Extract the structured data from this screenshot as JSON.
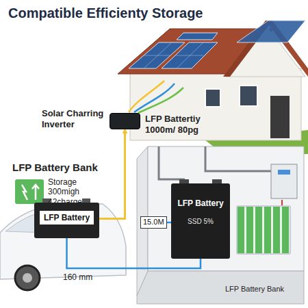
{
  "diagram": {
    "title": "Compatible Efficienty Storage",
    "nodes": [
      {
        "text": [
          "Solar Charring Inverter"
        ]
      },
      {
        "text": [
          "LFP Battery Bank",
          "Storage 300migh 42charge"
        ]
      },
      {
        "text": [
          "LFP Battery"
        ]
      },
      {
        "text": [
          "15.0M"
        ]
      },
      {
        "text": [
          "LFP Battery",
          "SSD 5%"
        ]
      },
      {
        "text": [
          "LFP Battery Bank"
        ]
      }
    ],
    "edges": [
      {
        "from": 2,
        "to": 0,
        "arrow": "to"
      },
      {
        "from": 3,
        "to": 4,
        "arrow": "none"
      },
      {
        "from": 2,
        "to": 4,
        "arrow": "none"
      }
    ],
    "labels": [
      "LFP Battertiy 1000m/ 80pg",
      "160 mm"
    ]
  }
}
